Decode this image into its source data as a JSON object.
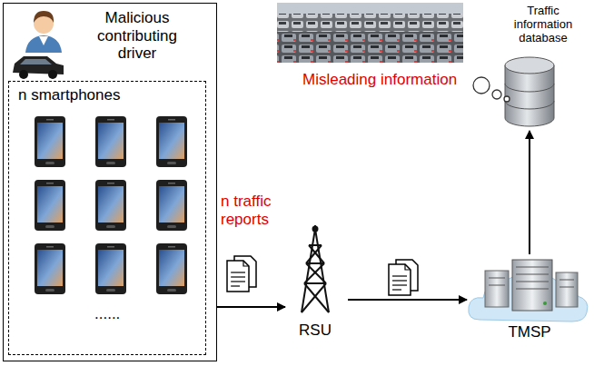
{
  "diagram": {
    "nodes": [
      {
        "text": [
          "Malicious contributing driver"
        ]
      },
      {
        "text": [
          "n smartphones"
        ],
        "in": 0
      },
      {
        "text": [
          "RSU"
        ]
      },
      {
        "text": [
          "TMSP"
        ]
      },
      {
        "text": [
          "Traffic information database"
        ]
      }
    ],
    "edges": [
      {
        "from": 0,
        "to": 2,
        "arrow": "to",
        "label": "n traffic reports"
      },
      {
        "from": 2,
        "to": 3,
        "arrow": "to"
      },
      {
        "from": 3,
        "to": 4,
        "arrow": "to"
      }
    ],
    "labels": [
      "......",
      "Misleading information"
    ]
  }
}
